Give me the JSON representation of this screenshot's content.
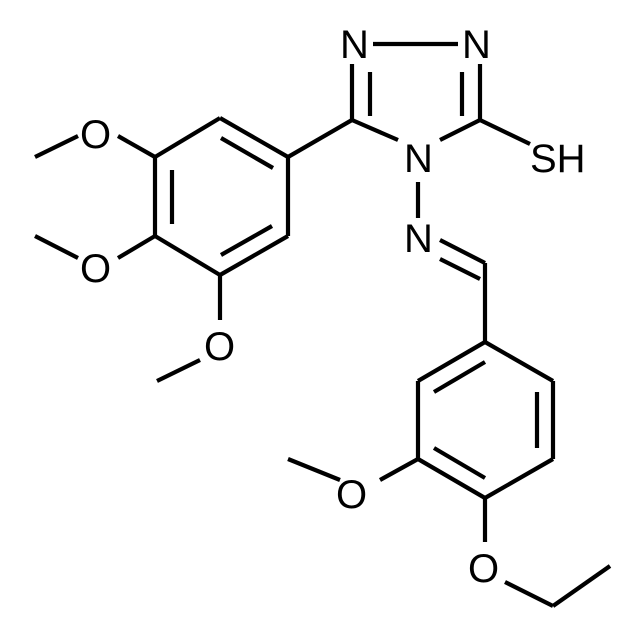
{
  "molecule": {
    "atom_labels": {
      "n1": "N",
      "n2": "N",
      "n4": "N",
      "n_imine": "N",
      "sh": "SH",
      "o_top": "O",
      "o_mid": "O",
      "o_low": "O",
      "o_methoxy_lower": "O",
      "o_ethoxy": "O"
    },
    "colors": {
      "ink": "#000000",
      "background": "#ffffff"
    }
  }
}
